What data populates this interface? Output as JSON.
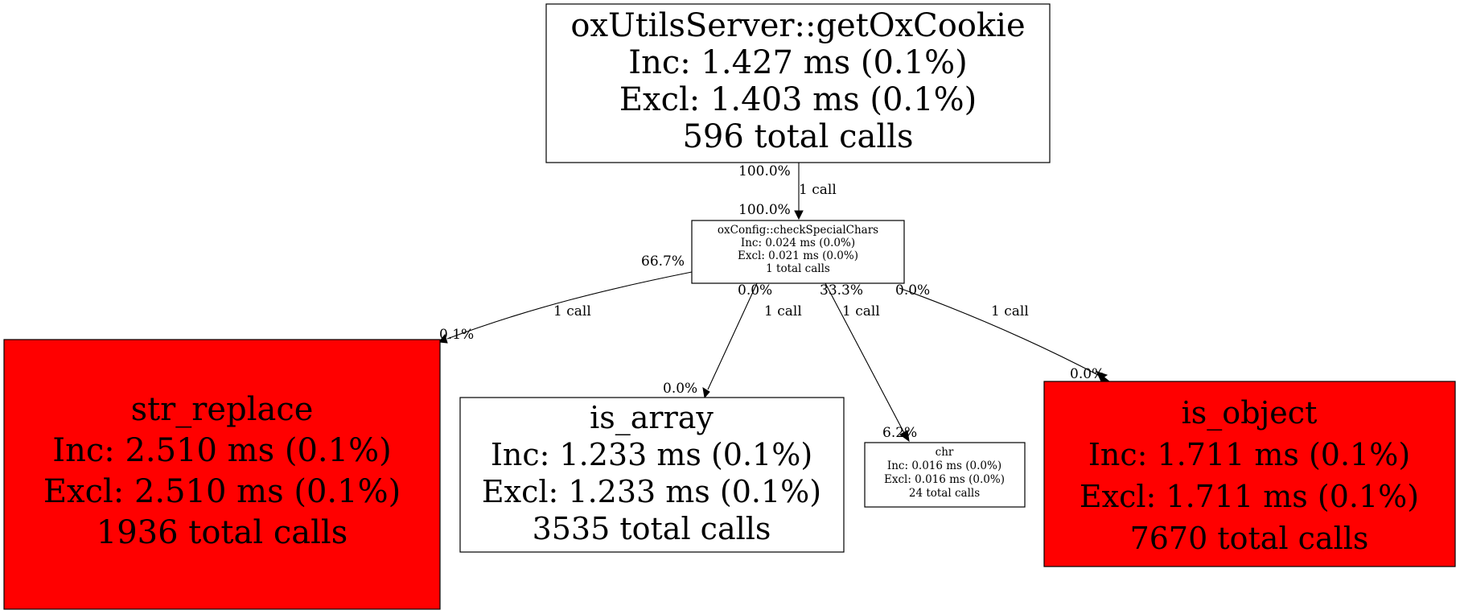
{
  "colors": {
    "hot": "#ff0000",
    "normal": "#ffffff",
    "stroke": "#000000"
  },
  "nodes": {
    "getOxCookie": {
      "name": "oxUtilsServer::getOxCookie",
      "inc": "Inc: 1.427 ms (0.1%)",
      "excl": "Excl: 1.403 ms (0.1%)",
      "calls": "596 total calls"
    },
    "checkSpecialChars": {
      "name": "oxConfig::checkSpecialChars",
      "inc": "Inc: 0.024 ms (0.0%)",
      "excl": "Excl: 0.021 ms (0.0%)",
      "calls": "1 total calls"
    },
    "str_replace": {
      "name": "str_replace",
      "inc": "Inc: 2.510 ms (0.1%)",
      "excl": "Excl: 2.510 ms (0.1%)",
      "calls": "1936 total calls"
    },
    "is_array": {
      "name": "is_array",
      "inc": "Inc: 1.233 ms (0.1%)",
      "excl": "Excl: 1.233 ms (0.1%)",
      "calls": "3535 total calls"
    },
    "chr": {
      "name": "chr",
      "inc": "Inc: 0.016 ms (0.0%)",
      "excl": "Excl: 0.016 ms (0.0%)",
      "calls": "24 total calls"
    },
    "is_object": {
      "name": "is_object",
      "inc": "Inc: 1.711 ms (0.1%)",
      "excl": "Excl: 1.711 ms (0.1%)",
      "calls": "7670 total calls"
    }
  },
  "edges": {
    "cookie_to_check": {
      "tail": "100.0%",
      "label": "1 call",
      "head": "100.0%"
    },
    "check_to_str_replace": {
      "tail": "66.7%",
      "label": "1 call",
      "head": "0.1%"
    },
    "check_to_is_array": {
      "tail": "0.0%",
      "label": "1 call",
      "head": "0.0%"
    },
    "check_to_chr": {
      "tail": "33.3%",
      "label": "1 call",
      "head": "6.2%"
    },
    "check_to_is_object": {
      "tail": "0.0%",
      "label": "1 call",
      "head": "0.0%"
    }
  }
}
